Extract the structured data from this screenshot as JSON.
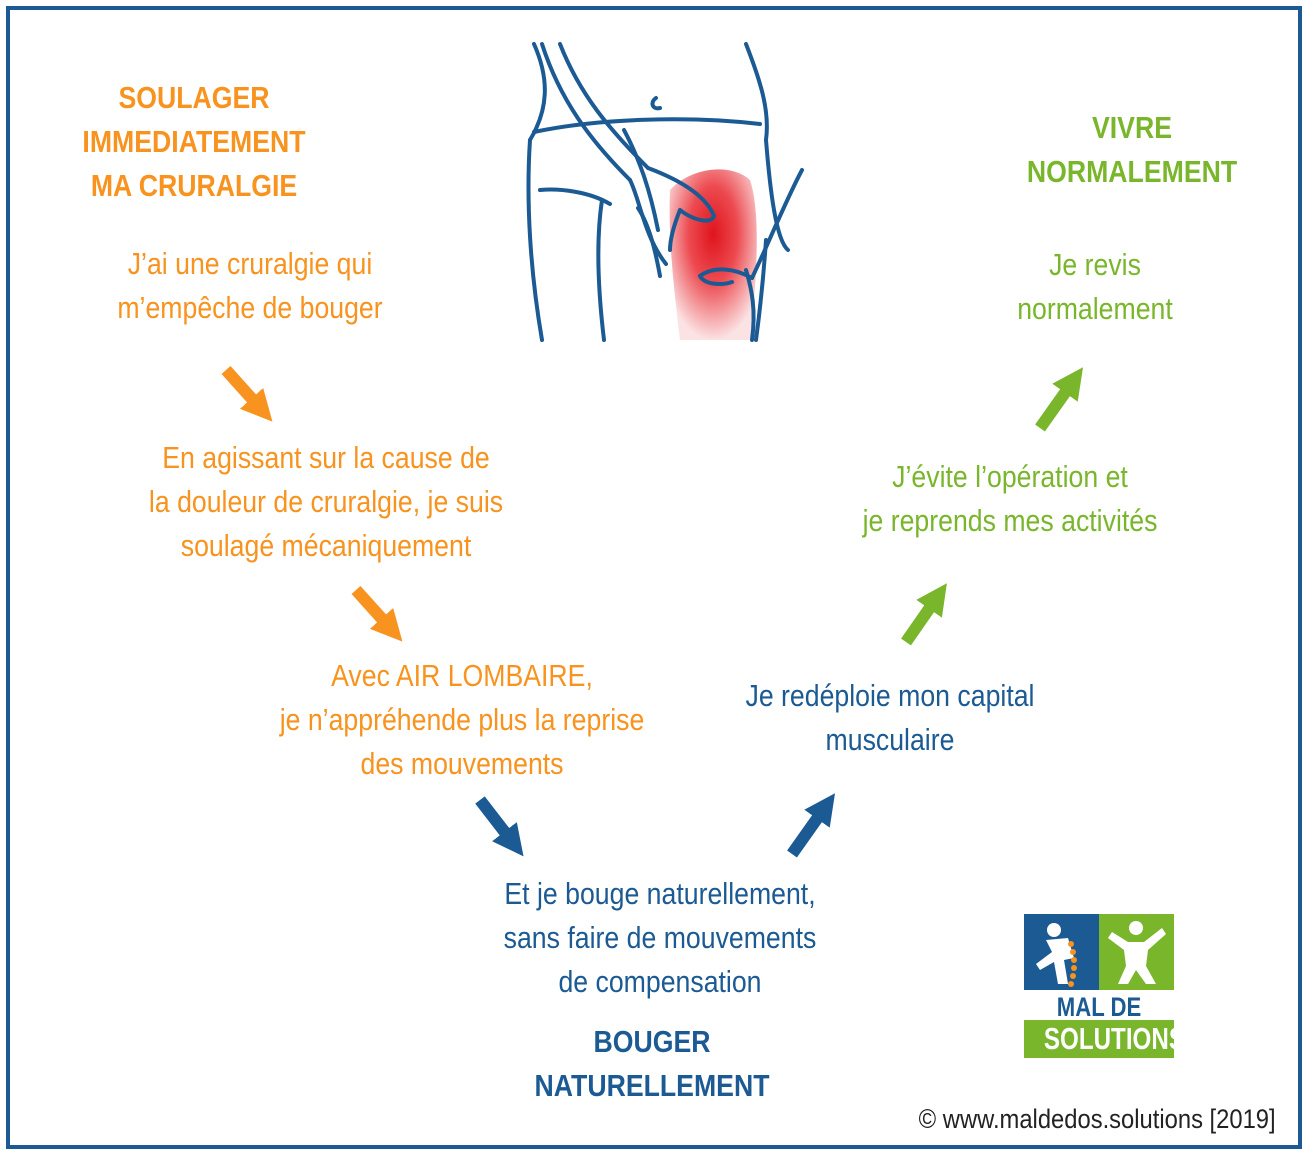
{
  "colors": {
    "orange": "#f7931e",
    "green": "#7ab62c",
    "blue": "#1c5a94",
    "pain": "#e0141c"
  },
  "steps": {
    "relieve_heading": "SOULAGER\nIMMEDIATEMENT\nMA CRURALGIE",
    "relieve_text": "J’ai une cruralgie qui\nm’empêche de bouger",
    "cause_text": "En agissant sur la cause de\nla douleur de cruralgie, je suis\nsoulagé mécaniquement",
    "air_text": "Avec AIR LOMBAIRE,\nje n’appréhende plus la reprise\ndes mouvements",
    "move_text": "Et je bouge naturellement,\nsans faire de mouvements\nde compensation",
    "move_heading": "BOUGER\nNATURELLEMENT",
    "capital_text": "Je redéploie mon capital\nmusculaire",
    "avoid_text": "J’évite l’opération et\nje reprends mes activités",
    "live_text": "Je revis\nnormalement",
    "live_heading": "VIVRE\nNORMALEMENT"
  },
  "logo": {
    "line1": "MAL DE DOS",
    "line2": "SOLUTIONS"
  },
  "copyright": "© www.maldedos.solutions [2019]",
  "icons": {
    "illustration": "thigh-pain-illustration",
    "arrows": [
      "arrow-down-right-icon",
      "arrow-down-right-icon",
      "arrow-down-right-icon",
      "arrow-up-right-icon",
      "arrow-up-right-icon",
      "arrow-up-right-icon"
    ]
  }
}
